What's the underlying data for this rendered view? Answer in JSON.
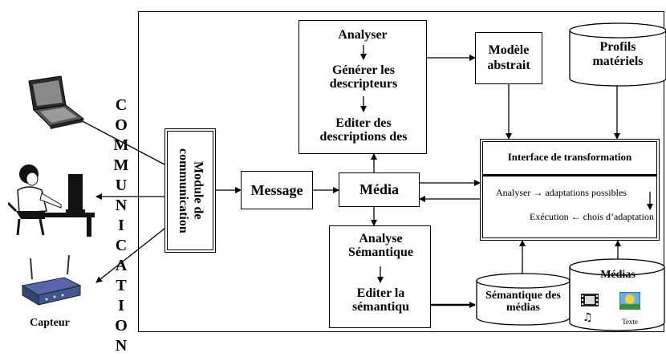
{
  "communication_label": "COMMUNICATION",
  "capteur_label": "Capteur",
  "module_communication": "Module de communication",
  "message": "Message",
  "media": "Média",
  "analyser_box": {
    "step1": "Analyser",
    "step2": "Générer les descripteurs",
    "step3": "Editer des descriptions des"
  },
  "modele_abstrait": "Modèle abstrait",
  "profils_materiels": "Profils matériels",
  "interface": {
    "title": "Interface de transformation",
    "line1": "Analyser → adaptations possibles",
    "line2": "Exécution ← chois d’adaptation"
  },
  "analyse_semantique": {
    "step1": "Analyse Sémantique",
    "step2": "Editer la sémantiqu"
  },
  "semantique_medias": "Sémantique des médias",
  "medias_db": {
    "title": "Médias",
    "texte": "Texte"
  }
}
